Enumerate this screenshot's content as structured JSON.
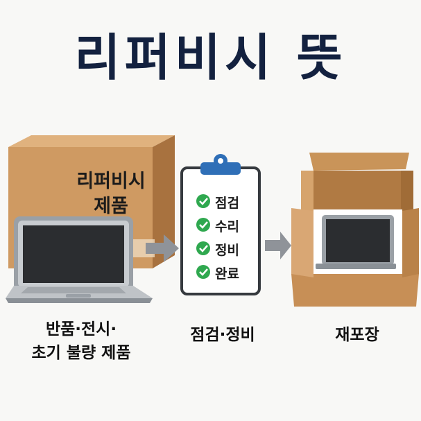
{
  "title": "리퍼비시 뜻",
  "box_label": {
    "line1": "리퍼비시",
    "line2": "제품"
  },
  "checklist": [
    "점검",
    "수리",
    "정비",
    "완료"
  ],
  "steps": [
    {
      "line1": "반품·전시·",
      "line2": "초기 불량 제품"
    },
    {
      "line1": "점검·정비"
    },
    {
      "line1": "재포장"
    }
  ],
  "colors": {
    "title": "#13213f",
    "cardboard": "#c9935c",
    "check_green": "#2fa84f",
    "clip_blue": "#2f6fb7",
    "arrow_gray": "#8f9399"
  },
  "icons": [
    "cardboard-box-icon",
    "laptop-icon",
    "clipboard-icon",
    "check-icon",
    "arrow-right-icon",
    "open-box-icon"
  ]
}
